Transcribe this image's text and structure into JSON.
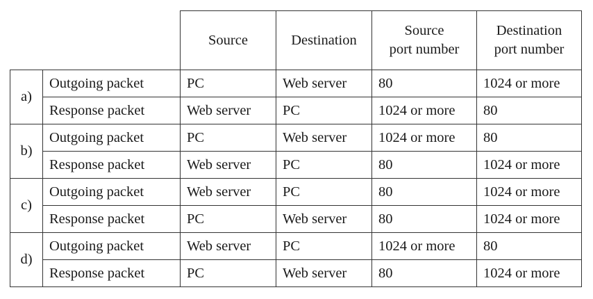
{
  "table": {
    "headers": {
      "source": "Source",
      "destination": "Destination",
      "source_port": [
        "Source",
        "port number"
      ],
      "destination_port": [
        "Destination",
        "port number"
      ]
    },
    "options": [
      {
        "label": "a)",
        "rows": [
          {
            "type": "Outgoing packet",
            "source": "PC",
            "destination": "Web server",
            "source_port": "80",
            "destination_port": "1024 or more"
          },
          {
            "type": "Response packet",
            "source": "Web server",
            "destination": "PC",
            "source_port": "1024 or more",
            "destination_port": "80"
          }
        ]
      },
      {
        "label": "b)",
        "rows": [
          {
            "type": "Outgoing packet",
            "source": "PC",
            "destination": "Web server",
            "source_port": "1024 or more",
            "destination_port": "80"
          },
          {
            "type": "Response packet",
            "source": "Web server",
            "destination": "PC",
            "source_port": "80",
            "destination_port": "1024 or more"
          }
        ]
      },
      {
        "label": "c)",
        "rows": [
          {
            "type": "Outgoing packet",
            "source": "Web server",
            "destination": "PC",
            "source_port": "80",
            "destination_port": "1024 or more"
          },
          {
            "type": "Response packet",
            "source": "PC",
            "destination": "Web server",
            "source_port": "80",
            "destination_port": "1024 or more"
          }
        ]
      },
      {
        "label": "d)",
        "rows": [
          {
            "type": "Outgoing packet",
            "source": "Web server",
            "destination": "PC",
            "source_port": "1024 or more",
            "destination_port": "80"
          },
          {
            "type": "Response packet",
            "source": "PC",
            "destination": "Web server",
            "source_port": "80",
            "destination_port": "1024 or more"
          }
        ]
      }
    ]
  }
}
